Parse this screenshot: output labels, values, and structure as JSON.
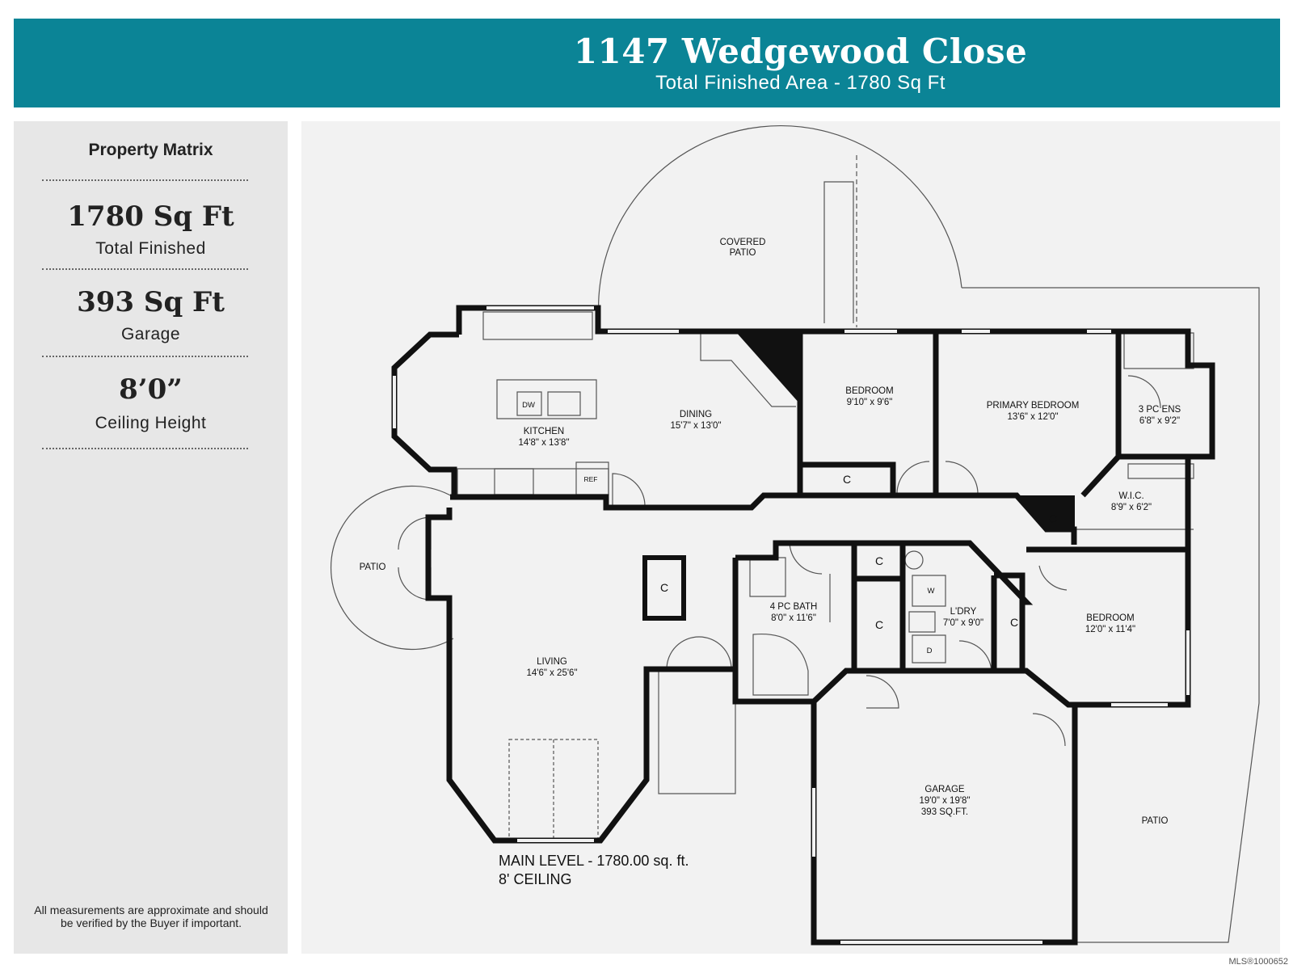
{
  "header": {
    "address": "1147 Wedgewood Close",
    "area_line": "Total Finished Area -  1780 Sq Ft"
  },
  "sidebar": {
    "heading": "Property Matrix",
    "stats": [
      {
        "value": "1780 Sq Ft",
        "label": "Total Finished"
      },
      {
        "value": "393 Sq Ft",
        "label": "Garage"
      },
      {
        "value": "8’0”",
        "label": "Ceiling Height"
      }
    ],
    "disclaimer": "All measurements are approximate and should be verified by the Buyer if important."
  },
  "floorplan": {
    "rooms": {
      "covered_patio": [
        "COVERED",
        "PATIO"
      ],
      "kitchen": {
        "name": "KITCHEN",
        "size": "14'8\" x 13'8\""
      },
      "dining": {
        "name": "DINING",
        "size": "15'7\" x 13'0\""
      },
      "bedroom_1": {
        "name": "BEDROOM",
        "size": "9'10\" x 9'6\""
      },
      "primary_bedroom": {
        "name": "PRIMARY BEDROOM",
        "size": "13'6\" x 12'0\""
      },
      "ensuite": {
        "name": "3 PC ENS",
        "size": "6'8\" x 9'2\""
      },
      "wic": {
        "name": "W.I.C.",
        "size": "8'9\" x 6'2\""
      },
      "patio_west": "PATIO",
      "living": {
        "name": "LIVING",
        "size": "14'6\" x 25'6\""
      },
      "bath": {
        "name": "4 PC BATH",
        "size": "8'0\" x 11'6\""
      },
      "laundry": {
        "name": "L'DRY",
        "size": "7'0\" x 9'0\""
      },
      "bedroom_2": {
        "name": "BEDROOM",
        "size": "12'0\" x 11'4\""
      },
      "garage": {
        "name": "GARAGE",
        "size": "19'0\" x 19'8\"",
        "area": "393 SQ.FT."
      },
      "patio_east": "PATIO"
    },
    "fixtures": {
      "dishwasher": "DW",
      "fridge": "REF",
      "closet": "C",
      "washer": "W",
      "dryer": "D"
    },
    "level_note": [
      "MAIN LEVEL - 1780.00 sq. ft.",
      "8' CEILING"
    ]
  },
  "footer": {
    "mls": "MLS®1000652"
  }
}
